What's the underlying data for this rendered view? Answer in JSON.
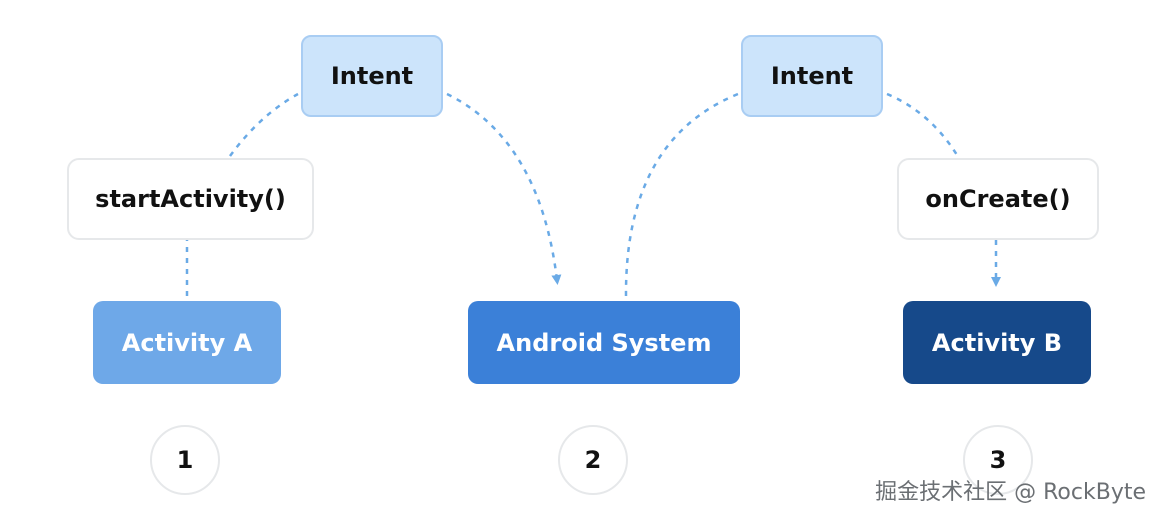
{
  "diagram": {
    "intent_left": "Intent",
    "intent_right": "Intent",
    "start_activity": "startActivity()",
    "on_create": "onCreate()",
    "activity_a": "Activity A",
    "android_system": "Android System",
    "activity_b": "Activity B",
    "step_1": "1",
    "step_2": "2",
    "step_3": "3"
  },
  "watermark": "掘金技术社区 @ RockByte",
  "colors": {
    "intent_fill": "#cce4fb",
    "activity_a": "#6ea8e8",
    "android_system": "#3b80d8",
    "activity_b": "#16498a",
    "connector": "#6aaae6"
  }
}
